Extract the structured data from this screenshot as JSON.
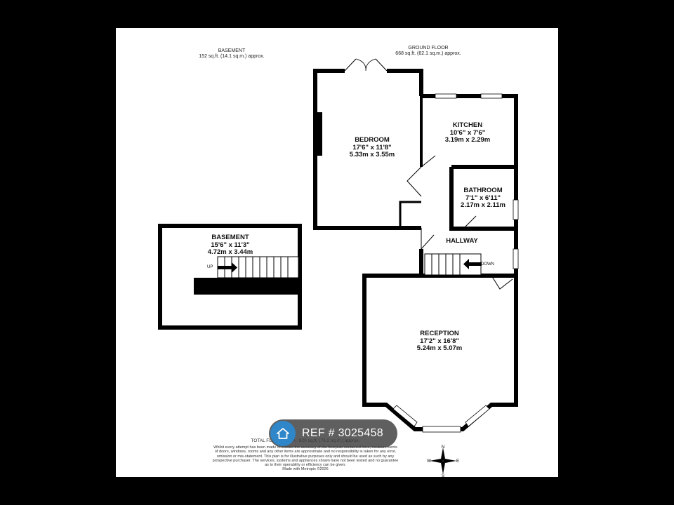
{
  "headers": {
    "basement": {
      "title": "BASEMENT",
      "area": "152 sq.ft. (14.1 sq.m.) approx."
    },
    "ground": {
      "title": "GROUND FLOOR",
      "area": "668 sq.ft. (62.1 sq.m.) approx."
    }
  },
  "rooms": {
    "basement": {
      "name": "BASEMENT",
      "imperial": "15'6\" x 11'3\"",
      "metric": "4.72m x 3.44m"
    },
    "bedroom": {
      "name": "BEDROOM",
      "imperial": "17'6\" x 11'8\"",
      "metric": "5.33m x 3.55m"
    },
    "kitchen": {
      "name": "KITCHEN",
      "imperial": "10'6\" x 7'6\"",
      "metric": "3.19m x 2.29m"
    },
    "bathroom": {
      "name": "BATHROOM",
      "imperial": "7'1\" x 6'11\"",
      "metric": "2.17m x 2.11m"
    },
    "hallway": {
      "name": "HALLWAY"
    },
    "reception": {
      "name": "RECEPTION",
      "imperial": "17'2\" x 16'8\"",
      "metric": "5.24m x 5.07m"
    }
  },
  "stairs": {
    "up": "UP",
    "down": "DOWN"
  },
  "footer": {
    "total": "TOTAL FLOOR AREA : 820 sq.ft. (76.2 sq.m.) approx.",
    "lines": [
      "Whilst every attempt has been made to ensure the accuracy of the floorplan contained here, measurements",
      "of doors, windows, rooms and any other items are approximate and no responsibility is taken for any error,",
      "omission or mis-statement. This plan is for illustrative purposes only and should be used as such by any",
      "prospective purchaser. The services, systems and appliances shown have not been tested and no guarantee",
      "as to their operability or efficiency can be given.",
      "Made with Metropix ©2026"
    ]
  },
  "badge": {
    "text": "REF # 3025458",
    "icon": "home-icon"
  },
  "compass": {
    "n": "N",
    "e": "E",
    "s": "S",
    "w": "W"
  }
}
